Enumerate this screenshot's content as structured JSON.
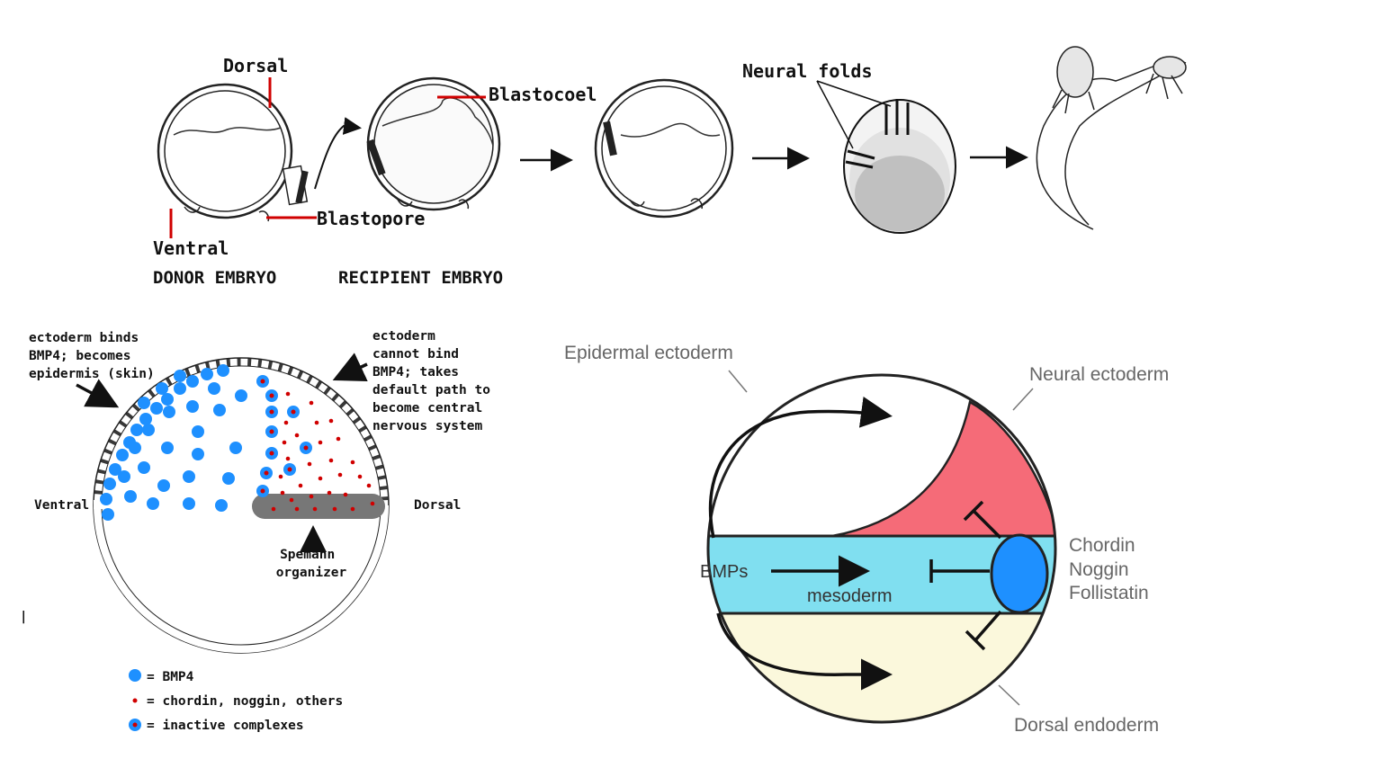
{
  "top_panel": {
    "labels": {
      "dorsal": "Dorsal",
      "ventral": "Ventral",
      "blastocoel": "Blastocoel",
      "blastopore": "Blastopore",
      "neural_folds": "Neural folds"
    },
    "captions": {
      "donor": "DONOR EMBRYO",
      "recipient": "RECIPIENT EMBRYO"
    }
  },
  "left_panel": {
    "epidermis_note": [
      "ectoderm binds",
      "BMP4; becomes",
      "epidermis (skin)"
    ],
    "neural_note": [
      "ectoderm",
      "cannot bind",
      "BMP4; takes",
      "default path to",
      "become central",
      "nervous system"
    ],
    "ventral": "Ventral",
    "dorsal": "Dorsal",
    "organizer": [
      "Spemann",
      "organizer"
    ],
    "legend": [
      {
        "label": "= BMP4",
        "symbol": "bmp4-dot"
      },
      {
        "label": "= chordin, noggin, others",
        "symbol": "antagonist-dot"
      },
      {
        "label": "= inactive complexes",
        "symbol": "complex-dot"
      }
    ]
  },
  "right_panel": {
    "epidermal_ectoderm": "Epidermal ectoderm",
    "neural_ectoderm": "Neural ectoderm",
    "bmps": "BMPs",
    "mesoderm": "mesoderm",
    "antagonists": [
      "Chordin",
      "Noggin",
      "Follistatin"
    ],
    "dorsal_endoderm": "Dorsal endoderm"
  },
  "colors": {
    "bmp4": "#1e90ff",
    "antagonist": "#d00000",
    "neural": "#f56b78",
    "mesoderm": "#80dff0",
    "endoderm": "#fbf8dc",
    "organizer": "#777777",
    "pointer_red": "#d00000"
  }
}
